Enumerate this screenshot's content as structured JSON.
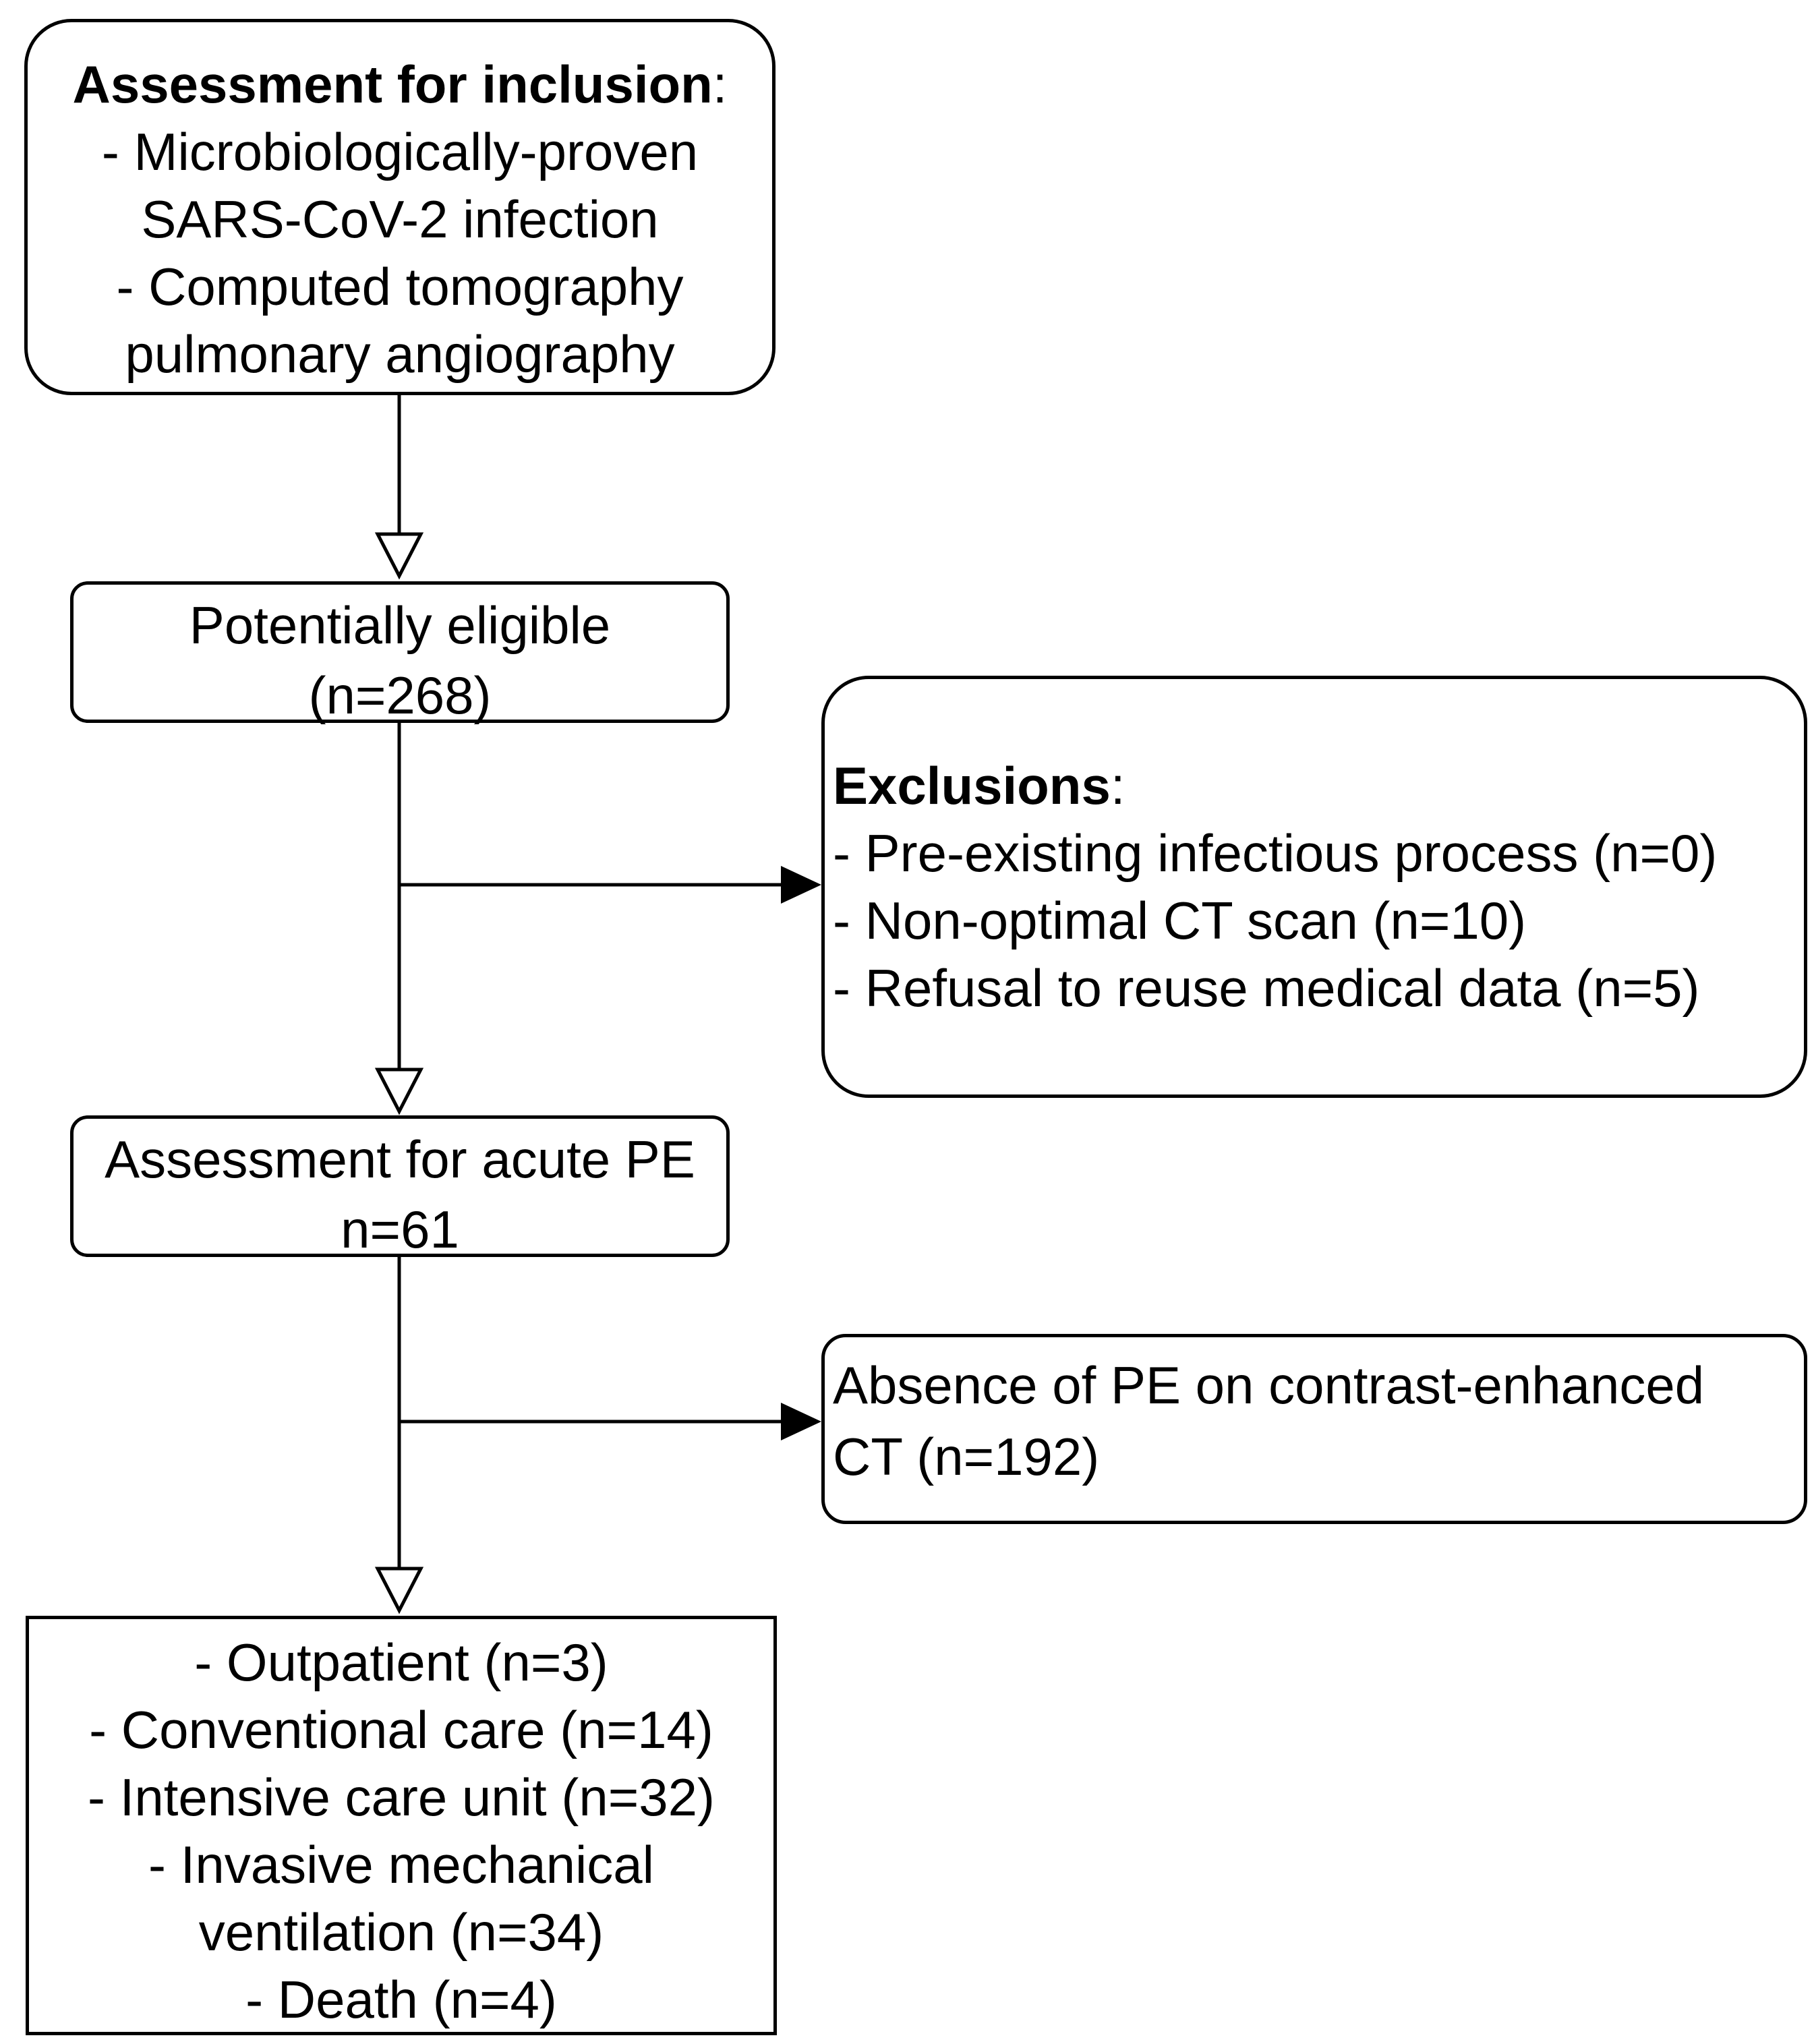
{
  "flowchart": {
    "inclusion": {
      "heading": "Assessment for inclusion",
      "heading_suffix": ":",
      "items": [
        "- Microbiologically-proven",
        "SARS-CoV-2 infection",
        "- Computed tomography",
        "pulmonary angiography"
      ]
    },
    "eligible": {
      "line1": "Potentially eligible",
      "line2": "(n=268)"
    },
    "exclusions": {
      "heading": "Exclusions",
      "heading_suffix": ":",
      "items": [
        "- Pre-existing infectious process (n=0)",
        "- Non-optimal CT scan (n=10)",
        "- Refusal to reuse medical data (n=5)"
      ]
    },
    "acute": {
      "line1": "Assessment for acute PE",
      "line2": "n=61"
    },
    "absence": {
      "line1": "Absence of PE on contrast-enhanced",
      "line2": "CT (n=192)"
    },
    "outcomes": {
      "items": [
        "- Outpatient (n=3)",
        "- Conventional care (n=14)",
        "- Intensive care unit (n=32)",
        "- Invasive mechanical",
        "ventilation (n=34)",
        "- Death (n=4)"
      ]
    }
  }
}
